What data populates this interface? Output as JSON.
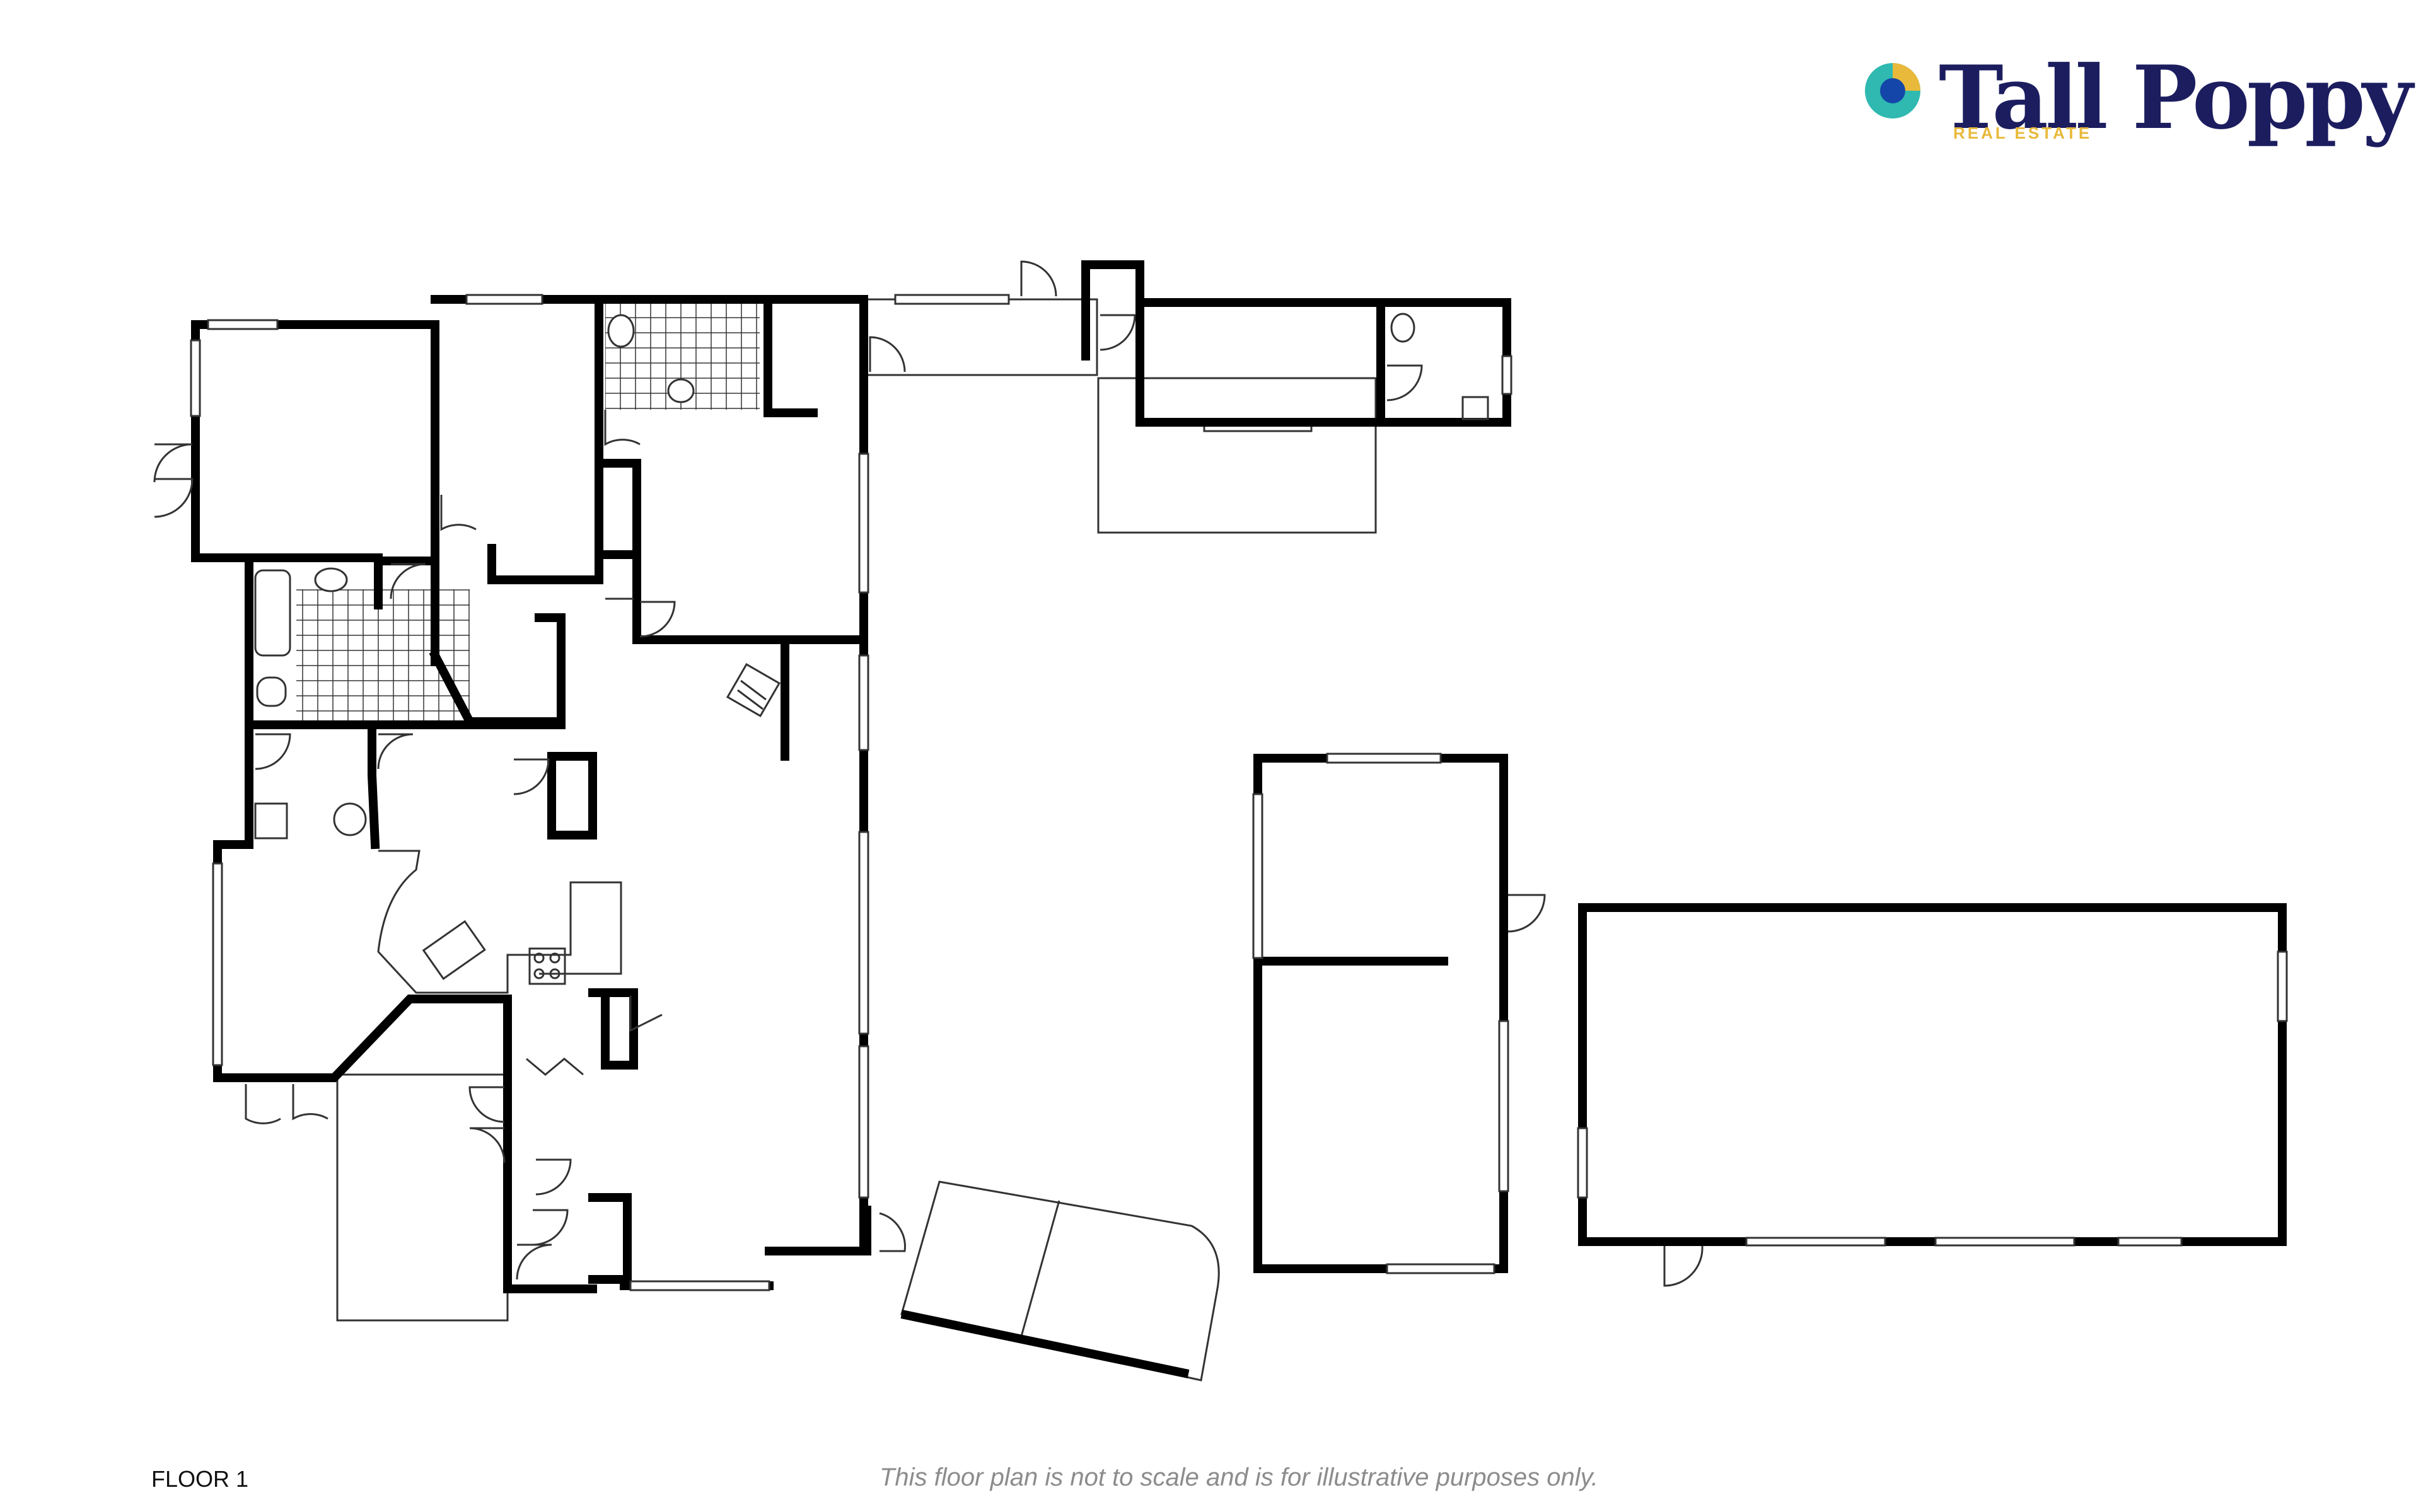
{
  "brand": {
    "name": "Tall Poppy",
    "tagline": "REAL ESTATE",
    "colors": {
      "navy": "#1c1d5f",
      "teal": "#2fb9b0",
      "gold": "#e8b93a",
      "blue": "#1346a8"
    },
    "icon": "poppy-logo-icon"
  },
  "plan": {
    "floor_label": "FLOOR 1",
    "disclaimer": "This floor plan is not to scale and is for illustrative purposes only."
  }
}
